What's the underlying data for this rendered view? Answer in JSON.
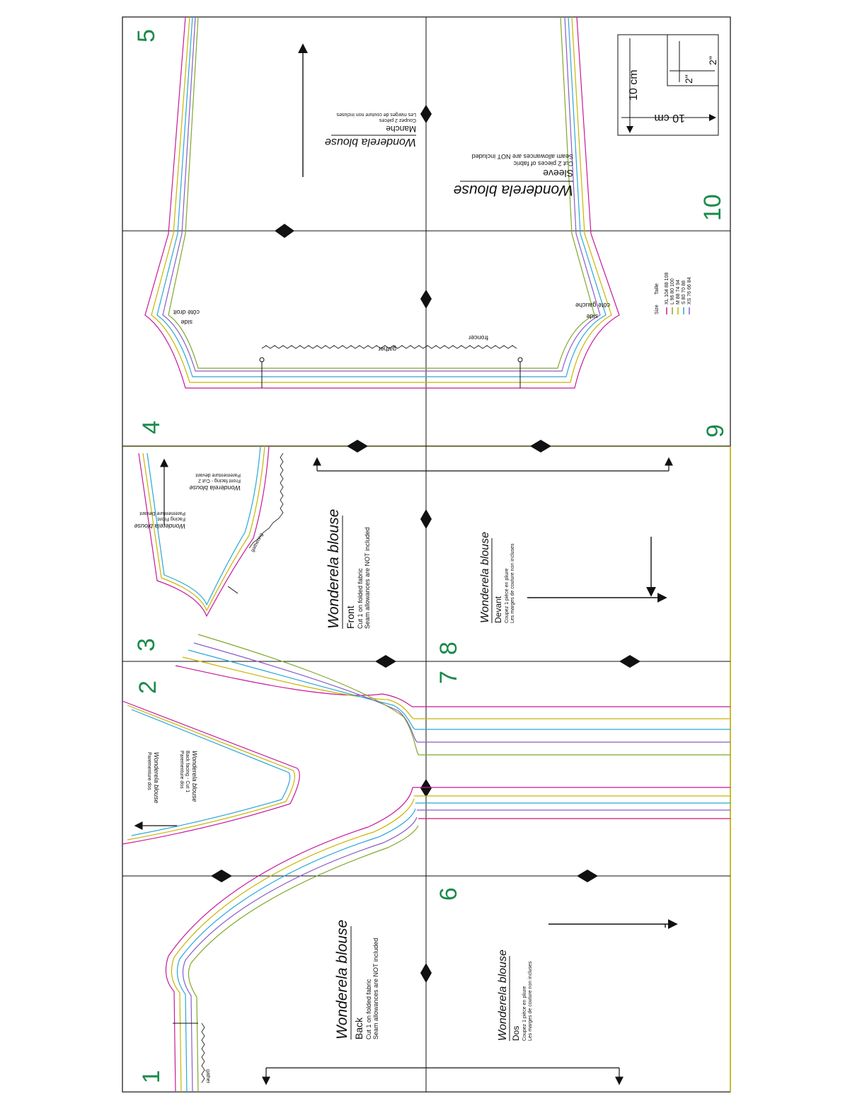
{
  "colors": {
    "border": "#111111",
    "grid": "#111111",
    "page_number": "#1a8a4a",
    "size_lines": [
      "#d4147a",
      "#c9b400",
      "#2aa7d6",
      "#8a5cc8",
      "#7fa82a"
    ],
    "outline_magenta": "#c8189a",
    "outline_yellow": "#cfc000"
  },
  "page_numbers": [
    "1",
    "2",
    "3",
    "4",
    "5",
    "6",
    "7",
    "8",
    "9",
    "10"
  ],
  "back": {
    "title": "Wonderela blouse",
    "piece": "Back",
    "line1": "Cut 1 on folded fabric",
    "line2": "Seam allowances are NOT included"
  },
  "dos": {
    "title": "Wonderela blouse",
    "piece": "Dos",
    "line1": "Coupez 1 pièce en pliure",
    "line2": "Les marges de couture non incluses"
  },
  "front": {
    "title": "Wonderela blouse",
    "piece": "Front",
    "line1": "Cut 1 on folded fabric",
    "line2": "Seam allowances are NOT included"
  },
  "devant": {
    "title": "Wonderela blouse",
    "piece": "Devant",
    "line1": "Coupez 1 pièce en pliure",
    "line2": "Les marges de couture non incluses"
  },
  "sleeve": {
    "title": "Wonderela blouse",
    "piece": "Sleeve",
    "line1": "Cut 2 pieces of fabric",
    "line2": "Seam allowances are NOT included"
  },
  "manche": {
    "title": "Wonderela blouse",
    "piece": "Manche",
    "line1": "Coupez 2 pièces",
    "line2": "Les marges de couture non incluses"
  },
  "facing_front": {
    "title": "Wonderela blouse",
    "line1": "Facing Front",
    "line2": "Parementure Devant",
    "title2": "Wonderela blouse",
    "line3": "Front facing - Cut 2",
    "line4": "Parementure devant"
  },
  "facing_back": {
    "title": "Wonderela blouse",
    "line1": "Back facing - Cut 1",
    "line2": "Parementure dos",
    "title2": "Wonderela blouse",
    "line3": "Parementure dos"
  },
  "sleeve_labels": {
    "gather": "gather",
    "fronce": "froncer",
    "side_l": "side",
    "side_l2": "côté droit",
    "side_r": "side",
    "side_r2": "côté gauche"
  },
  "notes": {
    "gather_back": "gather",
    "gather_front": "gathering"
  },
  "size_table": {
    "header1": "Size",
    "header2": "Taille",
    "rows": [
      "XL 104 88 108",
      "L 96 80 100",
      "M 88 74 94",
      "S 80 70 88",
      "XS 76 66 84"
    ]
  },
  "scale": {
    "cm_label_v": "10 cm",
    "cm_label_h": "10 cm",
    "in_label_v": "2\"",
    "in_label_h": "2\""
  }
}
